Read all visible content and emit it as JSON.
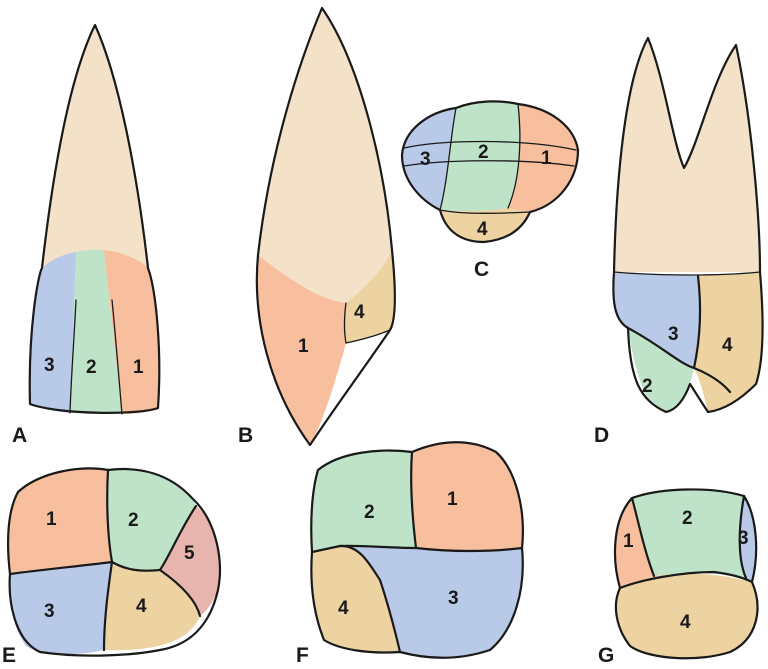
{
  "colors": {
    "root": "#f3e2c8",
    "blue": "#b9c9e8",
    "green": "#bfe3c8",
    "salmon": "#f7bf9e",
    "tan": "#eed3a2",
    "pink": "#e7b5ad",
    "outline": "#1a1a1a"
  },
  "panels": {
    "A": {
      "letter": "A",
      "lobes": {
        "l1": "1",
        "l2": "2",
        "l3": "3"
      }
    },
    "B": {
      "letter": "B",
      "lobes": {
        "l1": "1",
        "l4": "4"
      }
    },
    "C": {
      "letter": "C",
      "lobes": {
        "l1": "1",
        "l2": "2",
        "l3": "3",
        "l4": "4"
      }
    },
    "D": {
      "letter": "D",
      "lobes": {
        "l2": "2",
        "l3": "3",
        "l4": "4"
      }
    },
    "E": {
      "letter": "E",
      "lobes": {
        "l1": "1",
        "l2": "2",
        "l3": "3",
        "l4": "4",
        "l5": "5"
      }
    },
    "F": {
      "letter": "F",
      "lobes": {
        "l1": "1",
        "l2": "2",
        "l3": "3",
        "l4": "4"
      }
    },
    "G": {
      "letter": "G",
      "lobes": {
        "l1": "1",
        "l2": "2",
        "l3": "3",
        "l4": "4"
      }
    }
  }
}
